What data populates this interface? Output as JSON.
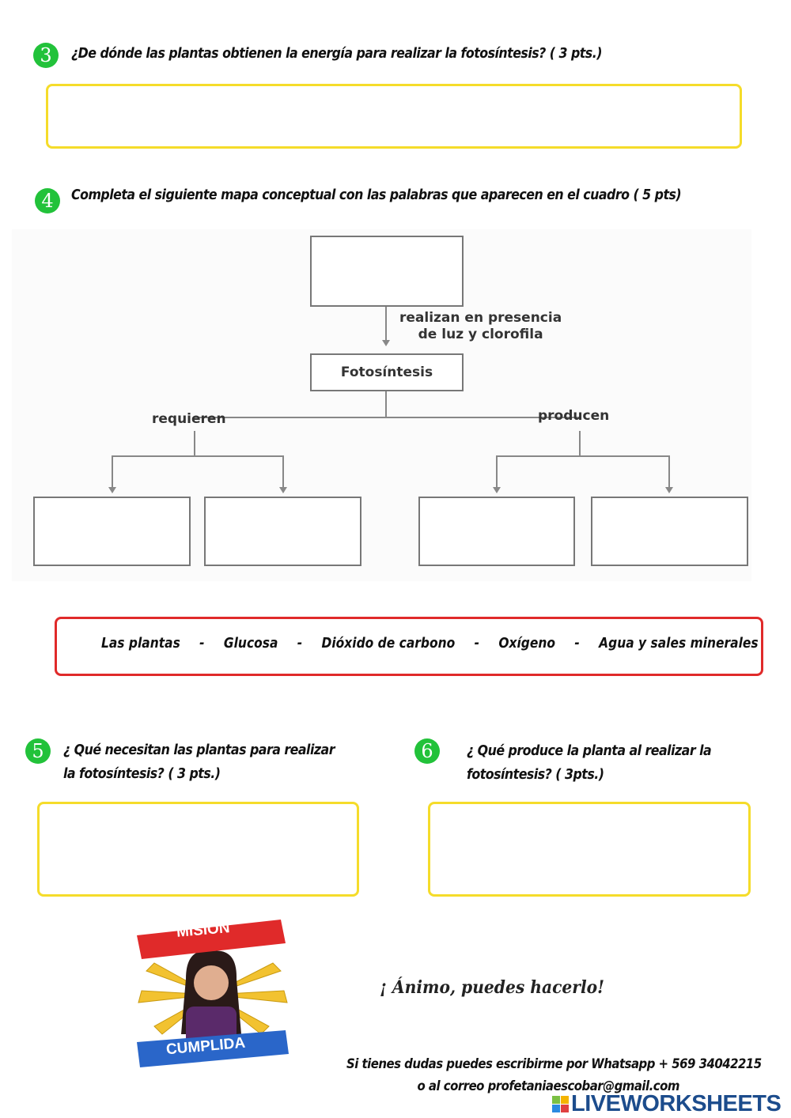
{
  "questions": [
    {
      "number": "3",
      "text": "¿De dónde las plantas obtienen la energía para realizar la fotosíntesis? ( 3 pts.)"
    },
    {
      "number": "4",
      "text": "Completa el siguiente mapa conceptual con las palabras que aparecen en el cuadro ( 5 pts)"
    },
    {
      "number": "5",
      "line1": "¿ Qué necesitan las plantas para realizar",
      "line2": "la fotosíntesis? ( 3 pts.)"
    },
    {
      "number": "6",
      "line1": "¿ Qué produce la planta al realizar la",
      "line2": "fotosíntesis? ( 3pts.)"
    }
  ],
  "concept_map": {
    "link_top_line1": "realizan en presencia",
    "link_top_line2": "de luz y clorofila",
    "center": "Fotosíntesis",
    "left_link": "requieren",
    "right_link": "producen"
  },
  "word_bank": [
    "Las plantas",
    "-",
    "Glucosa",
    "-",
    "Dióxido de carbono",
    "-",
    "Oxígeno",
    "-",
    "Agua y sales minerales"
  ],
  "badge": {
    "top": "MISIÓN",
    "bottom": "CUMPLIDA"
  },
  "encouragement": "¡ Ánimo, puedes hacerlo!",
  "contact": {
    "line1": "Si tienes dudas puedes escribirme por Whatsapp + 569 34042215",
    "line2": "o al correo profetaniaescobar@gmail.com"
  },
  "watermark": "LIVEWORKSHEETS",
  "colors": {
    "number_badge": "#22c23a",
    "answer_border": "#f5dc2a",
    "word_bank_border": "#e02a2a",
    "watermark": "#1c4c8c"
  }
}
